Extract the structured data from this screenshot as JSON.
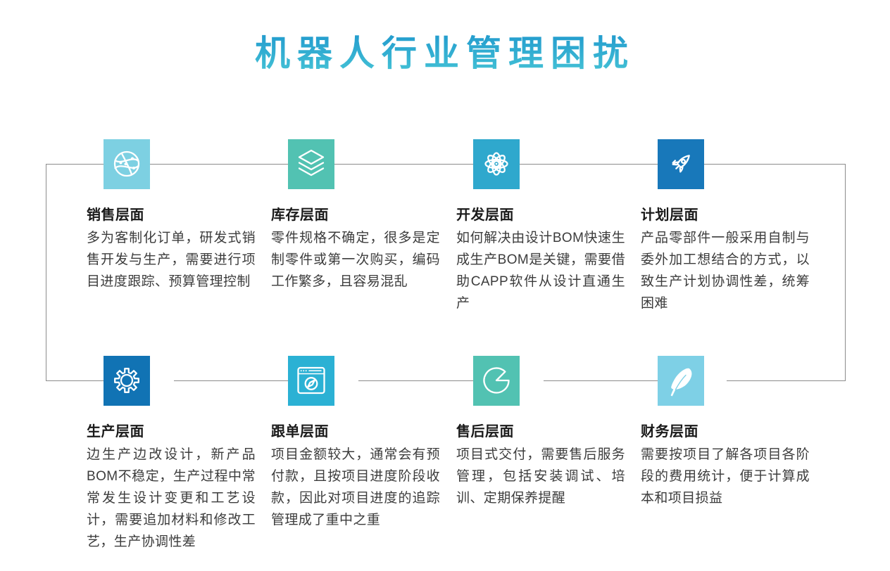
{
  "page": {
    "title": "机器人行业管理困扰"
  },
  "theme": {
    "title_gradient_top": "#1b93cc",
    "title_gradient_bottom": "#47c5d6",
    "connector_color": "#8c8c8c",
    "heading_color": "#1a1a1a",
    "body_color": "#3c3c3c",
    "background": "#ffffff"
  },
  "sections": [
    {
      "id": "sales",
      "icon": "globe-network-icon",
      "tile_color": "#7dd0e2",
      "title": "销售层面",
      "body": "多为客制化订单，研发式销售开发与生产，需要进行项目进度跟踪、预算管理控制"
    },
    {
      "id": "inventory",
      "icon": "layers-icon",
      "tile_color": "#52c2b2",
      "title": "库存层面",
      "body": "零件规格不确定，很多是定制零件或第一次购买，编码工作繁多，且容易混乱"
    },
    {
      "id": "development",
      "icon": "atom-icon",
      "tile_color": "#2fa8cd",
      "title": "开发层面",
      "body": "如何解决由设计BOM快速生成生产BOM是关键，需要借助CAPP软件从设计直通生产"
    },
    {
      "id": "planning",
      "icon": "rocket-icon",
      "tile_color": "#1878ba",
      "title": "计划层面",
      "body": "产品零部件一般采用自制与委外加工想结合的方式，以致生产计划协调性差，统筹困难"
    },
    {
      "id": "production",
      "icon": "gear-icon",
      "tile_color": "#1173b4",
      "title": "生产层面",
      "body": "边生产边改设计，新产品BOM不稳定，生产过程中常常发生设计变更和工艺设计，需要追加材料和修改工艺，生产协调性差"
    },
    {
      "id": "order-tracking",
      "icon": "browser-compass-icon",
      "tile_color": "#2bb1d4",
      "title": "跟单层面",
      "body": "项目金额较大，通常会有预付款，且按项目进度阶段收款，因此对项目进度的追踪管理成了重中之重"
    },
    {
      "id": "after-sales",
      "icon": "pie-chart-icon",
      "tile_color": "#52c2b2",
      "title": "售后层面",
      "body": "项目式交付，需要售后服务管理，包括安装调试、培训、定期保养提醒"
    },
    {
      "id": "finance",
      "icon": "feather-icon",
      "tile_color": "#7ed0e6",
      "title": "财务层面",
      "body": "需要按项目了解各项目各阶段的费用统计，便于计算成本和项目损益"
    }
  ]
}
